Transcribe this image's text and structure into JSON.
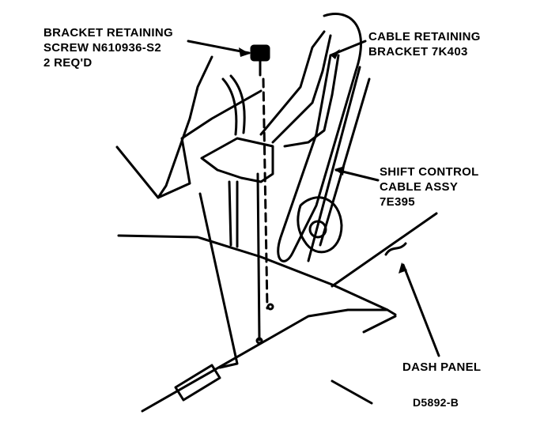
{
  "callouts": {
    "bracket_screw": [
      "BRACKET RETAINING",
      "SCREW N610936-S2",
      "2 REQ'D"
    ],
    "cable_bracket": [
      "CABLE RETAINING",
      "BRACKET 7K403"
    ],
    "shift_cable": [
      "SHIFT CONTROL",
      "CABLE ASSY",
      "7E395"
    ],
    "dash_panel": [
      "DASH PANEL"
    ]
  },
  "figure_id": "D5892-B",
  "colors": {
    "ink": "#000000",
    "paper": "#ffffff"
  }
}
